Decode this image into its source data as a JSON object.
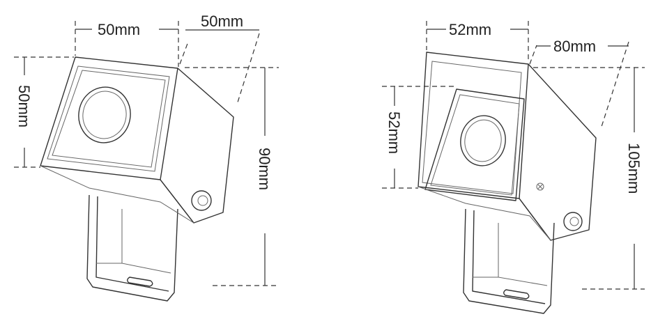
{
  "left_fixture": {
    "width_label": "50mm",
    "depth_label": "50mm",
    "height_face_label": "50mm",
    "total_height_label": "90mm"
  },
  "right_fixture": {
    "width_label": "52mm",
    "depth_label": "80mm",
    "height_face_label": "52mm",
    "total_height_label": "105mm"
  },
  "colors": {
    "line": "#333333",
    "background": "#ffffff"
  }
}
